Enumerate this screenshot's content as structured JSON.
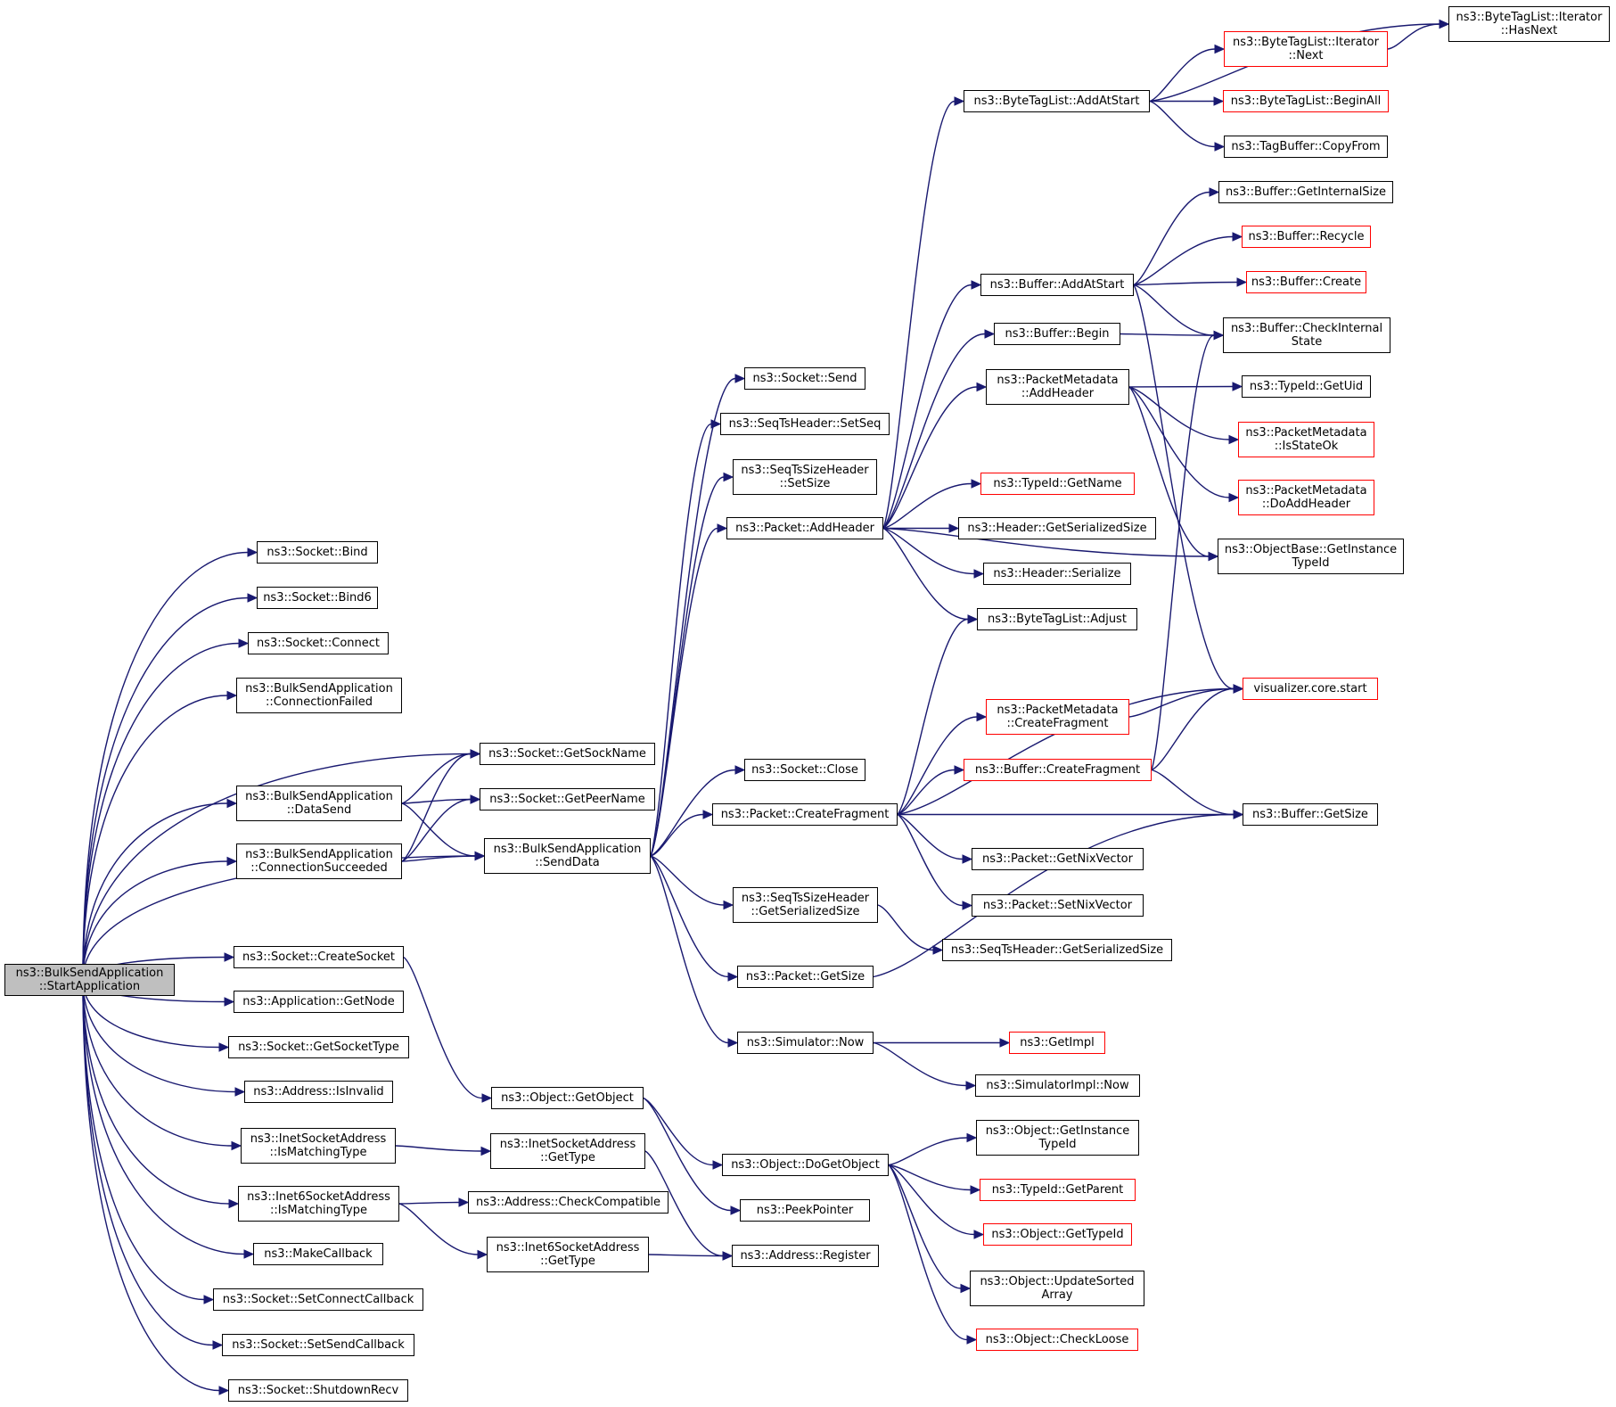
{
  "colors": {
    "edge": "#191970",
    "normal_border": "#000000",
    "red_border": "#ff0000",
    "root_fill": "#bfbfbf"
  },
  "nodes": [
    {
      "id": "root",
      "label": "ns3::BulkSendApplication\n::StartApplication",
      "style": "root"
    },
    {
      "id": "bind",
      "label": "ns3::Socket::Bind",
      "style": "normal"
    },
    {
      "id": "bind6",
      "label": "ns3::Socket::Bind6",
      "style": "normal"
    },
    {
      "id": "connect",
      "label": "ns3::Socket::Connect",
      "style": "normal"
    },
    {
      "id": "connfailed",
      "label": "ns3::BulkSendApplication\n::ConnectionFailed",
      "style": "normal"
    },
    {
      "id": "datasend",
      "label": "ns3::BulkSendApplication\n::DataSend",
      "style": "normal"
    },
    {
      "id": "connsucc",
      "label": "ns3::BulkSendApplication\n::ConnectionSucceeded",
      "style": "normal"
    },
    {
      "id": "createsock",
      "label": "ns3::Socket::CreateSocket",
      "style": "normal"
    },
    {
      "id": "getnode",
      "label": "ns3::Application::GetNode",
      "style": "normal"
    },
    {
      "id": "getsocktype",
      "label": "ns3::Socket::GetSocketType",
      "style": "normal"
    },
    {
      "id": "isinvalid",
      "label": "ns3::Address::IsInvalid",
      "style": "normal"
    },
    {
      "id": "inetmatch",
      "label": "ns3::InetSocketAddress\n::IsMatchingType",
      "style": "normal"
    },
    {
      "id": "inet6match",
      "label": "ns3::Inet6SocketAddress\n::IsMatchingType",
      "style": "normal"
    },
    {
      "id": "makecb",
      "label": "ns3::MakeCallback",
      "style": "normal"
    },
    {
      "id": "setconncb",
      "label": "ns3::Socket::SetConnectCallback",
      "style": "normal"
    },
    {
      "id": "setsendcb",
      "label": "ns3::Socket::SetSendCallback",
      "style": "normal"
    },
    {
      "id": "shutdown",
      "label": "ns3::Socket::ShutdownRecv",
      "style": "normal"
    },
    {
      "id": "getsockname",
      "label": "ns3::Socket::GetSockName",
      "style": "normal"
    },
    {
      "id": "getpeername",
      "label": "ns3::Socket::GetPeerName",
      "style": "normal"
    },
    {
      "id": "senddata",
      "label": "ns3::BulkSendApplication\n::SendData",
      "style": "normal"
    },
    {
      "id": "getobject",
      "label": "ns3::Object::GetObject",
      "style": "normal"
    },
    {
      "id": "inetgettype",
      "label": "ns3::InetSocketAddress\n::GetType",
      "style": "normal"
    },
    {
      "id": "checkcompat",
      "label": "ns3::Address::CheckCompatible",
      "style": "normal"
    },
    {
      "id": "inet6gettype",
      "label": "ns3::Inet6SocketAddress\n::GetType",
      "style": "normal"
    },
    {
      "id": "socksend",
      "label": "ns3::Socket::Send",
      "style": "normal"
    },
    {
      "id": "setseq",
      "label": "ns3::SeqTsHeader::SetSeq",
      "style": "normal"
    },
    {
      "id": "setsize",
      "label": "ns3::SeqTsSizeHeader\n::SetSize",
      "style": "normal"
    },
    {
      "id": "addheader",
      "label": "ns3::Packet::AddHeader",
      "style": "normal"
    },
    {
      "id": "sockclose",
      "label": "ns3::Socket::Close",
      "style": "normal"
    },
    {
      "id": "createfrag",
      "label": "ns3::Packet::CreateFragment",
      "style": "normal"
    },
    {
      "id": "seqtssizegss",
      "label": "ns3::SeqTsSizeHeader\n::GetSerializedSize",
      "style": "normal"
    },
    {
      "id": "pktgetsize",
      "label": "ns3::Packet::GetSize",
      "style": "normal"
    },
    {
      "id": "simnow",
      "label": "ns3::Simulator::Now",
      "style": "normal"
    },
    {
      "id": "dogetobject",
      "label": "ns3::Object::DoGetObject",
      "style": "normal"
    },
    {
      "id": "peekptr",
      "label": "ns3::PeekPointer",
      "style": "normal"
    },
    {
      "id": "addrreg",
      "label": "ns3::Address::Register",
      "style": "normal"
    },
    {
      "id": "btladdatstart",
      "label": "ns3::ByteTagList::AddAtStart",
      "style": "normal"
    },
    {
      "id": "bufaddatstart",
      "label": "ns3::Buffer::AddAtStart",
      "style": "normal"
    },
    {
      "id": "bufbegin",
      "label": "ns3::Buffer::Begin",
      "style": "normal"
    },
    {
      "id": "pmaddheader",
      "label": "ns3::PacketMetadata\n::AddHeader",
      "style": "normal"
    },
    {
      "id": "typeidgetname",
      "label": "ns3::TypeId::GetName",
      "style": "red"
    },
    {
      "id": "hdrgss",
      "label": "ns3::Header::GetSerializedSize",
      "style": "normal"
    },
    {
      "id": "hdrser",
      "label": "ns3::Header::Serialize",
      "style": "normal"
    },
    {
      "id": "btladjust",
      "label": "ns3::ByteTagList::Adjust",
      "style": "normal"
    },
    {
      "id": "pmcreatefrag",
      "label": "ns3::PacketMetadata\n::CreateFragment",
      "style": "red"
    },
    {
      "id": "bufcreatefrag",
      "label": "ns3::Buffer::CreateFragment",
      "style": "red"
    },
    {
      "id": "getnixvec",
      "label": "ns3::Packet::GetNixVector",
      "style": "normal"
    },
    {
      "id": "setnixvec",
      "label": "ns3::Packet::SetNixVector",
      "style": "normal"
    },
    {
      "id": "seqtsgss",
      "label": "ns3::SeqTsHeader::GetSerializedSize",
      "style": "normal"
    },
    {
      "id": "getimpl",
      "label": "ns3::GetImpl",
      "style": "red"
    },
    {
      "id": "simimplnow",
      "label": "ns3::SimulatorImpl::Now",
      "style": "normal"
    },
    {
      "id": "objgetinsttid",
      "label": "ns3::Object::GetInstance\nTypeId",
      "style": "normal"
    },
    {
      "id": "tidgetparent",
      "label": "ns3::TypeId::GetParent",
      "style": "red"
    },
    {
      "id": "objgettid",
      "label": "ns3::Object::GetTypeId",
      "style": "red"
    },
    {
      "id": "objupdsorted",
      "label": "ns3::Object::UpdateSorted\nArray",
      "style": "normal"
    },
    {
      "id": "objcheckloose",
      "label": "ns3::Object::CheckLoose",
      "style": "red"
    },
    {
      "id": "btliterhasnext",
      "label": "ns3::ByteTagList::Iterator\n::HasNext",
      "style": "normal"
    },
    {
      "id": "btliternext",
      "label": "ns3::ByteTagList::Iterator\n::Next",
      "style": "red"
    },
    {
      "id": "btlbeginall",
      "label": "ns3::ByteTagList::BeginAll",
      "style": "red"
    },
    {
      "id": "tagbufcopy",
      "label": "ns3::TagBuffer::CopyFrom",
      "style": "normal"
    },
    {
      "id": "bufgetintsize",
      "label": "ns3::Buffer::GetInternalSize",
      "style": "normal"
    },
    {
      "id": "bufrecycle",
      "label": "ns3::Buffer::Recycle",
      "style": "red"
    },
    {
      "id": "bufcreate",
      "label": "ns3::Buffer::Create",
      "style": "red"
    },
    {
      "id": "bufcheckint",
      "label": "ns3::Buffer::CheckInternal\nState",
      "style": "normal"
    },
    {
      "id": "tidgetuid",
      "label": "ns3::TypeId::GetUid",
      "style": "normal"
    },
    {
      "id": "pmisstateok",
      "label": "ns3::PacketMetadata\n::IsStateOk",
      "style": "red"
    },
    {
      "id": "pmdoaddheader",
      "label": "ns3::PacketMetadata\n::DoAddHeader",
      "style": "red"
    },
    {
      "id": "objbasegetinst",
      "label": "ns3::ObjectBase::GetInstance\nTypeId",
      "style": "normal"
    },
    {
      "id": "vizstart",
      "label": "visualizer.core.start",
      "style": "red"
    },
    {
      "id": "bufgetsize",
      "label": "ns3::Buffer::GetSize",
      "style": "normal"
    }
  ],
  "edges": [
    [
      "root",
      "bind"
    ],
    [
      "root",
      "bind6"
    ],
    [
      "root",
      "connect"
    ],
    [
      "root",
      "connfailed"
    ],
    [
      "root",
      "getsockname"
    ],
    [
      "root",
      "datasend"
    ],
    [
      "root",
      "connsucc"
    ],
    [
      "root",
      "senddata"
    ],
    [
      "root",
      "createsock"
    ],
    [
      "root",
      "getnode"
    ],
    [
      "root",
      "getsocktype"
    ],
    [
      "root",
      "isinvalid"
    ],
    [
      "root",
      "inetmatch"
    ],
    [
      "root",
      "inet6match"
    ],
    [
      "root",
      "makecb"
    ],
    [
      "root",
      "setconncb"
    ],
    [
      "root",
      "setsendcb"
    ],
    [
      "root",
      "shutdown"
    ],
    [
      "datasend",
      "getsockname"
    ],
    [
      "datasend",
      "getpeername"
    ],
    [
      "datasend",
      "senddata"
    ],
    [
      "connsucc",
      "getsockname"
    ],
    [
      "connsucc",
      "getpeername"
    ],
    [
      "connsucc",
      "senddata"
    ],
    [
      "createsock",
      "getobject"
    ],
    [
      "inetmatch",
      "inetgettype"
    ],
    [
      "inet6match",
      "checkcompat"
    ],
    [
      "inet6match",
      "inet6gettype"
    ],
    [
      "senddata",
      "socksend"
    ],
    [
      "senddata",
      "setseq"
    ],
    [
      "senddata",
      "setsize"
    ],
    [
      "senddata",
      "addheader"
    ],
    [
      "senddata",
      "sockclose"
    ],
    [
      "senddata",
      "createfrag"
    ],
    [
      "senddata",
      "seqtssizegss"
    ],
    [
      "senddata",
      "pktgetsize"
    ],
    [
      "senddata",
      "simnow"
    ],
    [
      "getobject",
      "dogetobject"
    ],
    [
      "getobject",
      "peekptr"
    ],
    [
      "inetgettype",
      "addrreg"
    ],
    [
      "inet6gettype",
      "addrreg"
    ],
    [
      "addheader",
      "btladdatstart"
    ],
    [
      "addheader",
      "bufaddatstart"
    ],
    [
      "addheader",
      "bufbegin"
    ],
    [
      "addheader",
      "pmaddheader"
    ],
    [
      "addheader",
      "typeidgetname"
    ],
    [
      "addheader",
      "hdrgss"
    ],
    [
      "addheader",
      "hdrser"
    ],
    [
      "addheader",
      "btladjust"
    ],
    [
      "addheader",
      "objbasegetinst"
    ],
    [
      "createfrag",
      "btladjust"
    ],
    [
      "createfrag",
      "vizstart"
    ],
    [
      "createfrag",
      "pmcreatefrag"
    ],
    [
      "createfrag",
      "bufcreatefrag"
    ],
    [
      "createfrag",
      "bufgetsize"
    ],
    [
      "createfrag",
      "getnixvec"
    ],
    [
      "createfrag",
      "setnixvec"
    ],
    [
      "seqtssizegss",
      "seqtsgss"
    ],
    [
      "pktgetsize",
      "bufgetsize"
    ],
    [
      "simnow",
      "getimpl"
    ],
    [
      "simnow",
      "simimplnow"
    ],
    [
      "dogetobject",
      "objgetinsttid"
    ],
    [
      "dogetobject",
      "tidgetparent"
    ],
    [
      "dogetobject",
      "objgettid"
    ],
    [
      "dogetobject",
      "objupdsorted"
    ],
    [
      "dogetobject",
      "objcheckloose"
    ],
    [
      "btladdatstart",
      "btliterhasnext"
    ],
    [
      "btladdatstart",
      "btliternext"
    ],
    [
      "btladdatstart",
      "btlbeginall"
    ],
    [
      "btladdatstart",
      "tagbufcopy"
    ],
    [
      "btliternext",
      "btliterhasnext"
    ],
    [
      "bufaddatstart",
      "bufgetintsize"
    ],
    [
      "bufaddatstart",
      "bufrecycle"
    ],
    [
      "bufaddatstart",
      "bufcreate"
    ],
    [
      "bufaddatstart",
      "bufcheckint"
    ],
    [
      "bufaddatstart",
      "vizstart"
    ],
    [
      "bufbegin",
      "bufcheckint"
    ],
    [
      "pmaddheader",
      "tidgetuid"
    ],
    [
      "pmaddheader",
      "pmisstateok"
    ],
    [
      "pmaddheader",
      "pmdoaddheader"
    ],
    [
      "pmaddheader",
      "objbasegetinst"
    ],
    [
      "pmcreatefrag",
      "vizstart"
    ],
    [
      "bufcreatefrag",
      "vizstart"
    ],
    [
      "bufcreatefrag",
      "bufcheckint"
    ],
    [
      "bufcreatefrag",
      "bufgetsize"
    ]
  ]
}
